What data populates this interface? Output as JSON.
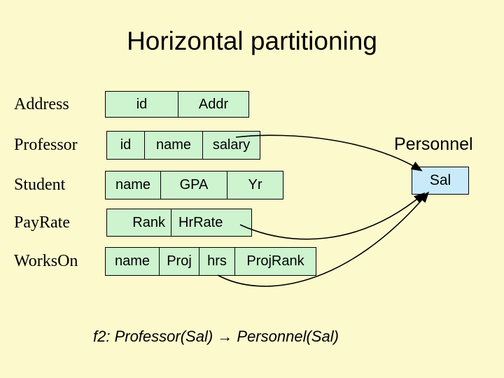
{
  "slide": {
    "title": "Horizontal partitioning",
    "formula": "f2: Professor(Sal) → Personnel(Sal)"
  },
  "relations": [
    {
      "label": "Address",
      "attributes": [
        "id",
        "Addr"
      ]
    },
    {
      "label": "Professor",
      "attributes": [
        "id",
        "name",
        "salary"
      ]
    },
    {
      "label": "Student",
      "attributes": [
        "name",
        "GPA",
        "Yr"
      ]
    },
    {
      "label": "PayRate",
      "attributes": [
        "Rank",
        "HrRate"
      ]
    },
    {
      "label": "WorksOn",
      "attributes": [
        "name",
        "Proj",
        "hrs",
        "ProjRank"
      ]
    }
  ],
  "fragment": {
    "label": "Personnel",
    "attribute": "Sal"
  },
  "arrows": [
    {
      "from": "Professor.salary",
      "to": "Personnel.Sal"
    },
    {
      "from": "PayRate.HrRate",
      "to": "Personnel.Sal"
    },
    {
      "from": "WorksOn",
      "to": "Personnel.Sal"
    }
  ],
  "colors": {
    "background": "#FCF9CD",
    "cell_green": "#CDF4CE",
    "cell_blue": "#C9EAF9",
    "text": "#000000"
  }
}
